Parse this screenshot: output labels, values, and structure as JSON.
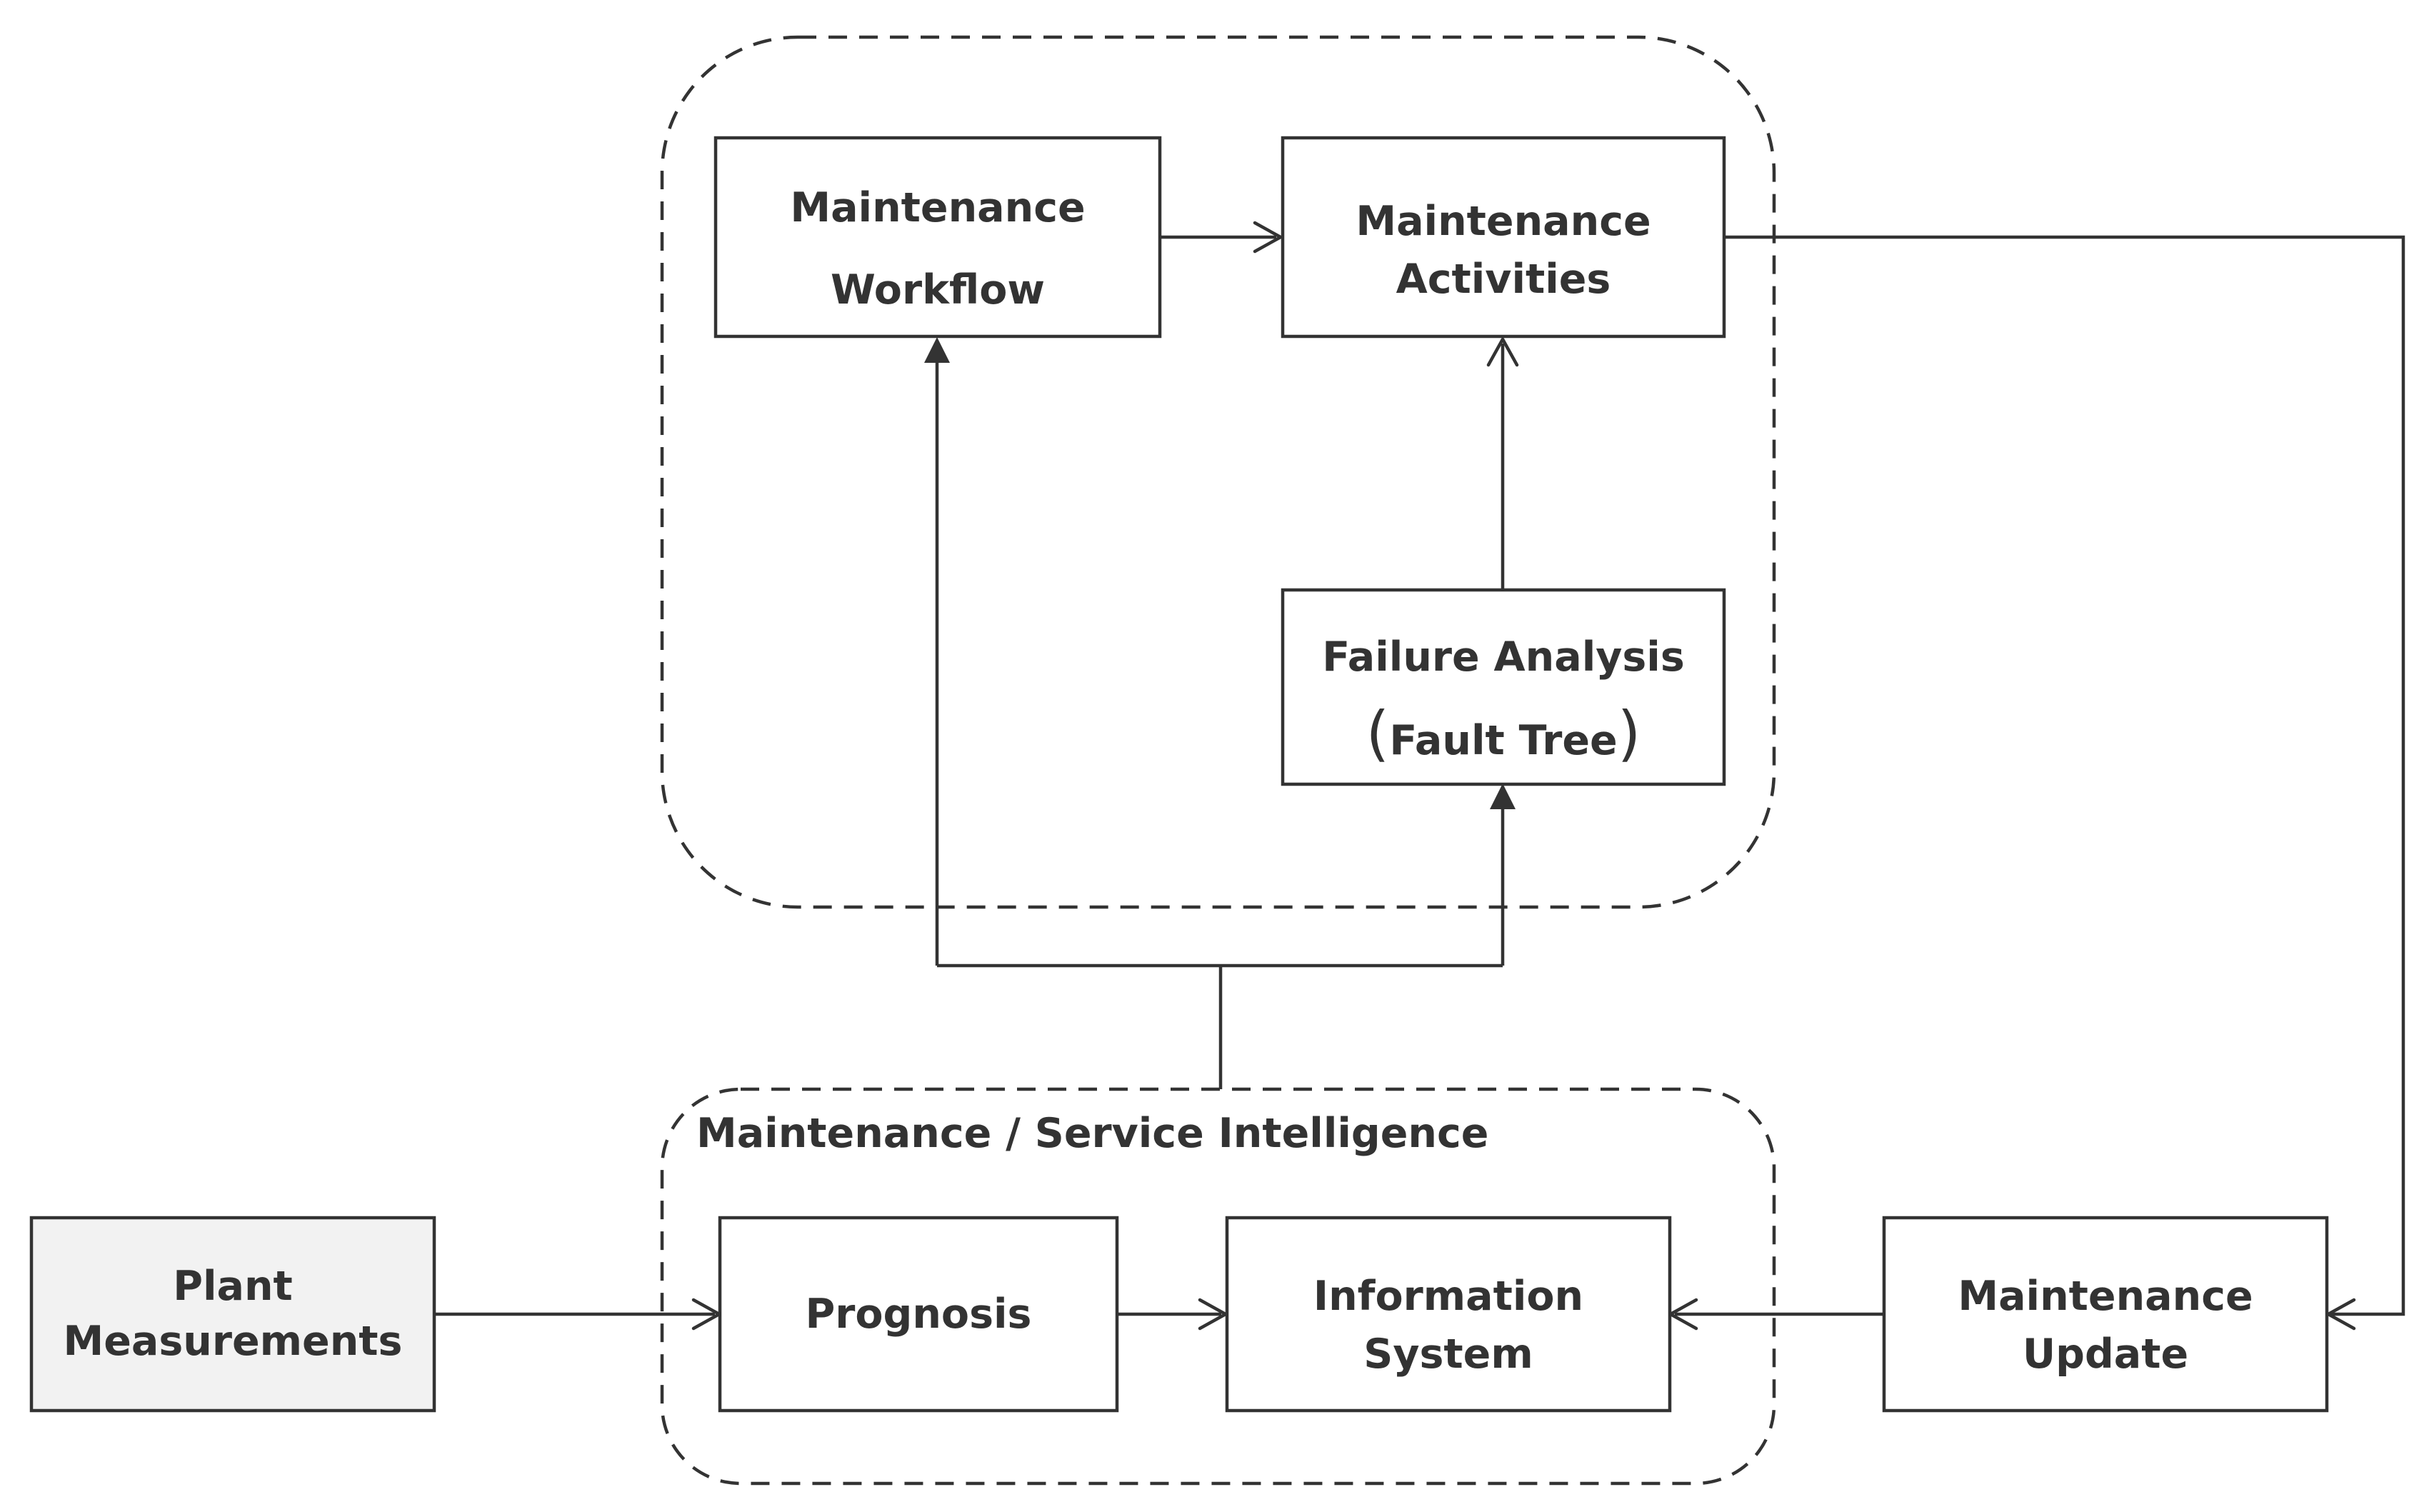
{
  "nodes": {
    "maintenance_workflow": [
      "Maintenance",
      "Workflow"
    ],
    "maintenance_activities": [
      "Maintenance",
      "Activities"
    ],
    "failure_analysis": {
      "line1": "Failure Analysis",
      "open": "(",
      "inner": "Fault Tree",
      "close": ")"
    },
    "plant_measurements": [
      "Plant",
      "Measurements"
    ],
    "prognosis": [
      "Prognosis"
    ],
    "information_system": [
      "Information",
      "System"
    ],
    "maintenance_update": [
      "Maintenance",
      "Update"
    ]
  },
  "groups": {
    "service_intelligence_label": "Maintenance / Service Intelligence"
  },
  "edges": [
    {
      "from": "maintenance_workflow",
      "to": "maintenance_activities",
      "head": "open"
    },
    {
      "from": "failure_analysis",
      "to": "maintenance_activities",
      "head": "open"
    },
    {
      "from": "service_intelligence",
      "to": "maintenance_workflow",
      "head": "solid"
    },
    {
      "from": "service_intelligence",
      "to": "failure_analysis",
      "head": "solid"
    },
    {
      "from": "maintenance_activities",
      "to": "maintenance_update",
      "head": "open"
    },
    {
      "from": "plant_measurements",
      "to": "prognosis",
      "head": "open"
    },
    {
      "from": "prognosis",
      "to": "information_system",
      "head": "open"
    },
    {
      "from": "maintenance_update",
      "to": "information_system",
      "head": "open"
    }
  ],
  "colors": {
    "stroke": "#333333",
    "text": "#333333",
    "plant_fill": "#f2f2f2",
    "box_fill": "#ffffff"
  }
}
